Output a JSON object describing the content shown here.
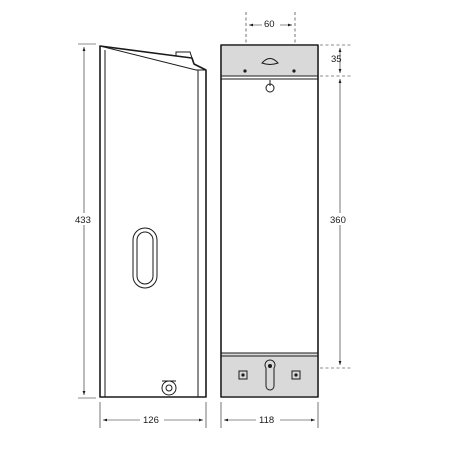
{
  "dimensions": {
    "side_height": "433",
    "side_width": "126",
    "front_width": "118",
    "top_opening": "60",
    "top_offset": "35",
    "front_height": "360"
  }
}
